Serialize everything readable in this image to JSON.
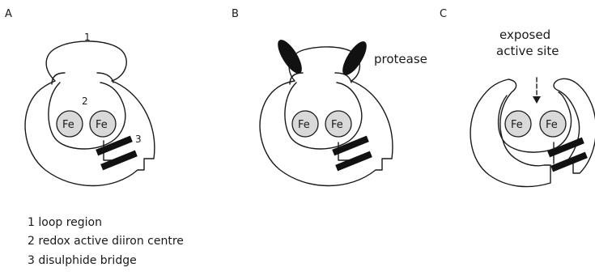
{
  "panels": [
    {
      "id": "A",
      "label": "A"
    },
    {
      "id": "B",
      "label": "B"
    },
    {
      "id": "C",
      "label": "C"
    }
  ],
  "fe_label": "Fe",
  "callouts": {
    "loop": "1",
    "diiron": "2",
    "disulphide": "3"
  },
  "protease_label": "protease",
  "exposed_label_line1": "exposed",
  "exposed_label_line2": "active site",
  "legend": [
    "1 loop region",
    "2 redox active diiron centre",
    "3 disulphide bridge"
  ],
  "colors": {
    "line": "#1a1a1a",
    "fe_fill": "#d9d9d9",
    "black": "#111111"
  }
}
